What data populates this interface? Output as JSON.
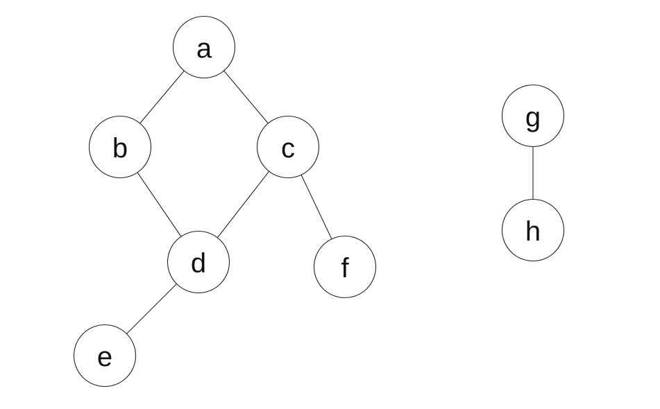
{
  "graph": {
    "colors": {
      "stroke": "#222222",
      "fill": "#ffffff",
      "text": "#111111",
      "background": "#ffffff"
    },
    "nodes": [
      {
        "id": "a",
        "label": "a"
      },
      {
        "id": "b",
        "label": "b"
      },
      {
        "id": "c",
        "label": "c"
      },
      {
        "id": "d",
        "label": "d"
      },
      {
        "id": "e",
        "label": "e"
      },
      {
        "id": "f",
        "label": "f"
      },
      {
        "id": "g",
        "label": "g"
      },
      {
        "id": "h",
        "label": "h"
      }
    ],
    "edges": [
      {
        "from": "a",
        "to": "b"
      },
      {
        "from": "a",
        "to": "c"
      },
      {
        "from": "b",
        "to": "d"
      },
      {
        "from": "c",
        "to": "d"
      },
      {
        "from": "c",
        "to": "f"
      },
      {
        "from": "d",
        "to": "e"
      },
      {
        "from": "g",
        "to": "h"
      }
    ]
  }
}
